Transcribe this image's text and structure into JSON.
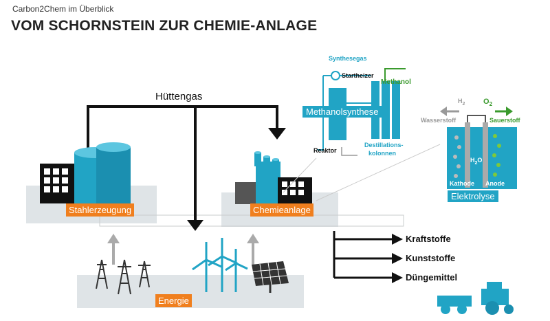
{
  "header": {
    "overline": "Carbon2Chem im Überblick",
    "title": "VOM SCHORNSTEIN ZUR CHEMIE-ANLAGE"
  },
  "flow": {
    "gas_label": "Hüttengas"
  },
  "stations": {
    "steel": "Stahlerzeugung",
    "chem": "Chemieanlage",
    "energy": "Energie"
  },
  "methanol": {
    "title": "Methanolsynthese",
    "synthesegas": "Synthesegas",
    "startheizer": "Startheizer",
    "methanol": "Methanol",
    "reaktor": "Reaktor",
    "destillation_1": "Destillations-",
    "destillation_2": "kolonnen"
  },
  "electrolysis": {
    "title": "Elektrolyse",
    "h2": "H",
    "h2_sub": "2",
    "o2": "O",
    "o2_sub": "2",
    "wasserstoff": "Wasserstoff",
    "sauerstoff": "Sauerstoff",
    "h2o": "H",
    "h2o_sub": "2",
    "h2o_o": "O",
    "kathode": "Kathode",
    "anode": "Anode"
  },
  "products": [
    "Kraftstoffe",
    "Kunststoffe",
    "Düngemittel"
  ],
  "colors": {
    "teal": "#21a4c5",
    "orange": "#f07f1e",
    "green": "#3a9a2d",
    "ground": "#dfe4e7"
  }
}
